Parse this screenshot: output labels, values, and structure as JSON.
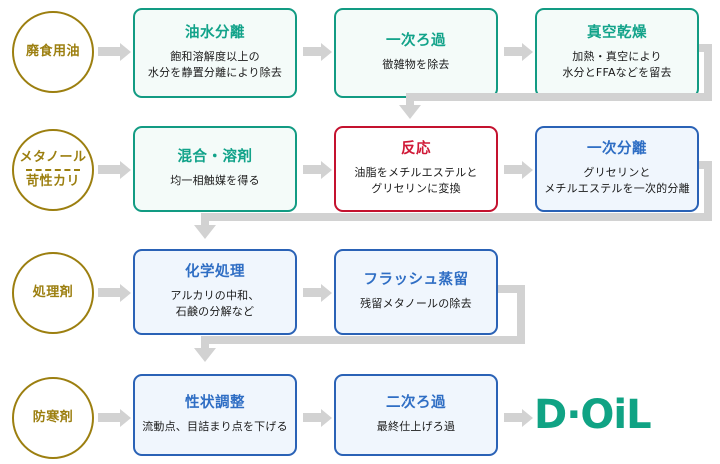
{
  "diagram": {
    "title": "D-OiL biodiesel production process flow",
    "colors": {
      "teal": "#12a38a",
      "red": "#d01836",
      "blue": "#2f6ec4",
      "gold": "#9c7f10",
      "connector": "#d2d2d2"
    },
    "logo": "D·OiL",
    "rows": [
      {
        "input": {
          "lines": [
            "廃食用油"
          ]
        },
        "steps": [
          {
            "title": "油水分離",
            "desc": [
              "飽和溶解度以上の",
              "水分を静置分離により除去"
            ],
            "style": "teal"
          },
          {
            "title": "一次ろ過",
            "desc": [
              "徾雑物を除去"
            ],
            "style": "teal"
          },
          {
            "title": "真空乾燥",
            "desc": [
              "加熱・真空により",
              "水分とFFAなどを留去"
            ],
            "style": "teal"
          }
        ]
      },
      {
        "input": {
          "lines": [
            "メタノール",
            "苛性カリ"
          ]
        },
        "steps": [
          {
            "title": "混合・溶剤",
            "desc": [
              "均一相触媒を得る"
            ],
            "style": "teal"
          },
          {
            "title": "反応",
            "desc": [
              "油脂をメチルエステルと",
              "グリセリンに変換"
            ],
            "style": "red"
          },
          {
            "title": "一次分離",
            "desc": [
              "グリセリンと",
              "メチルエステルを一次的分離"
            ],
            "style": "blue"
          }
        ]
      },
      {
        "input": {
          "lines": [
            "処理剤"
          ]
        },
        "steps": [
          {
            "title": "化学処理",
            "desc": [
              "アルカリの中和、",
              "石鹸の分解など"
            ],
            "style": "blue"
          },
          {
            "title": "フラッシュ蒸留",
            "desc": [
              "残留メタノールの除去"
            ],
            "style": "blue"
          }
        ]
      },
      {
        "input": {
          "lines": [
            "防寒剤"
          ]
        },
        "steps": [
          {
            "title": "性状調整",
            "desc": [
              "流動点、目詰まり点を下げる"
            ],
            "style": "blue"
          },
          {
            "title": "二次ろ過",
            "desc": [
              "最終仕上げろ過"
            ],
            "style": "blue"
          }
        ]
      }
    ]
  }
}
